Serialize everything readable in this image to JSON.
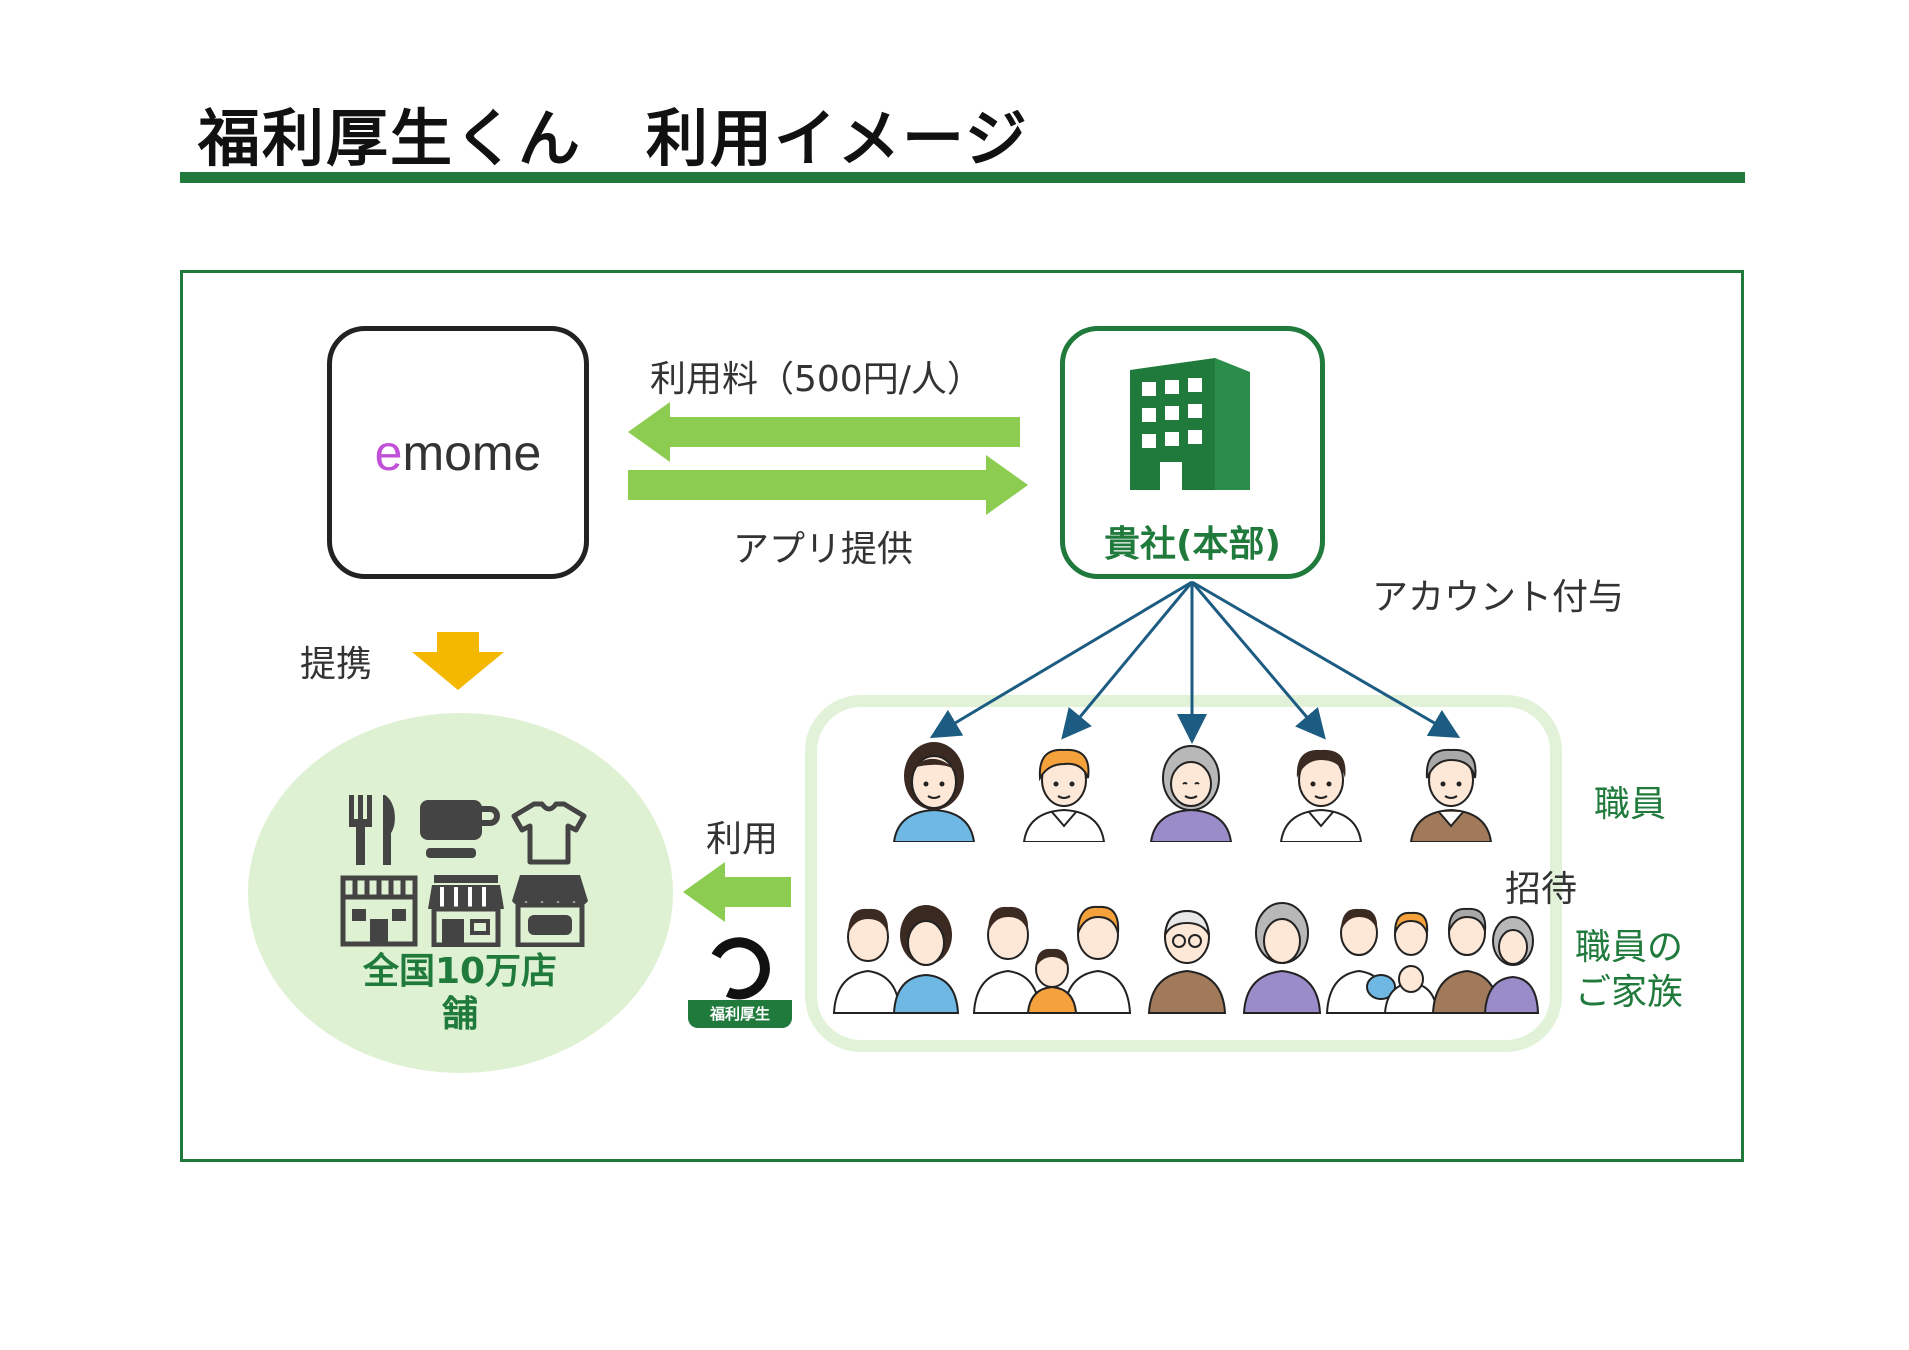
{
  "title": "福利厚生くん　利用イメージ",
  "emome": {
    "prefix": "e",
    "rest": "mome"
  },
  "hq": {
    "label": "貴社(本部)"
  },
  "labels": {
    "fee": "利用料（500円/人）",
    "app": "アプリ提供",
    "account": "アカウント付与",
    "partner": "提携",
    "use": "利用",
    "invite": "招待",
    "staff": "職員",
    "family_line1": "職員の",
    "family_line2": "ご家族"
  },
  "stores": {
    "line1": "全国10万店",
    "line2": "舗"
  },
  "badge": {
    "label": "福利厚生"
  },
  "colors": {
    "brand_green": "#1f7a3c",
    "arrow_green": "#8ccc50",
    "arrow_orange": "#f5b800",
    "connector": "#1d5c82",
    "panel": "#e2f2d9",
    "store_circle": "#dff1d3"
  }
}
